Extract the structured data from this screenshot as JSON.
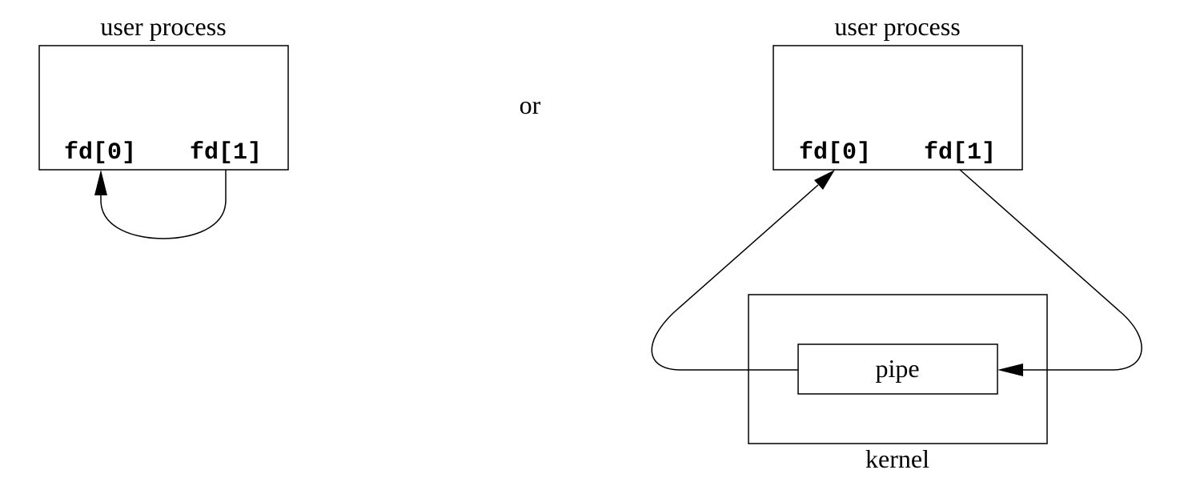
{
  "left_diagram": {
    "title": "user process",
    "fd0": "fd[0]",
    "fd1": "fd[1]"
  },
  "separator": "or",
  "right_diagram": {
    "title": "user process",
    "fd0": "fd[0]",
    "fd1": "fd[1]",
    "pipe_label": "pipe",
    "kernel_label": "kernel"
  }
}
